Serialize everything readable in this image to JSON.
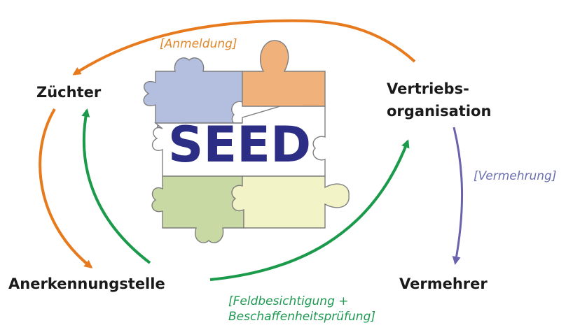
{
  "center_label": "SEED",
  "nodes": {
    "zuechter": "Züchter",
    "vertrieb_line1": "Vertriebs-",
    "vertrieb_line2": "organisation",
    "vermehrer": "Vermehrer",
    "anerkennung": "Anerkennungstelle"
  },
  "flow_labels": {
    "anmeldung": "[Anmeldung]",
    "vermehrung": "[Vermehrung]",
    "feld_line1": "[Feldbesichtigung +",
    "feld_line2": "Beschaffenheitsprüfung]"
  },
  "colors": {
    "orange_arrow": "#e87a1e",
    "green_arrow": "#1a9a4a",
    "purple_arrow": "#6a63ac",
    "anmeldung_text": "#e0862a",
    "vermehrung_text": "#6b6fae",
    "feld_text": "#1f9a52",
    "seed_text": "#2b2e84",
    "piece_blue": "#b4bfe0",
    "piece_orange": "#f0b27a",
    "piece_green": "#c9d9a3",
    "piece_yellow": "#f3f3c8",
    "piece_outline": "#7f7f7f"
  },
  "icons": {
    "puzzle": "puzzle-graphic"
  }
}
